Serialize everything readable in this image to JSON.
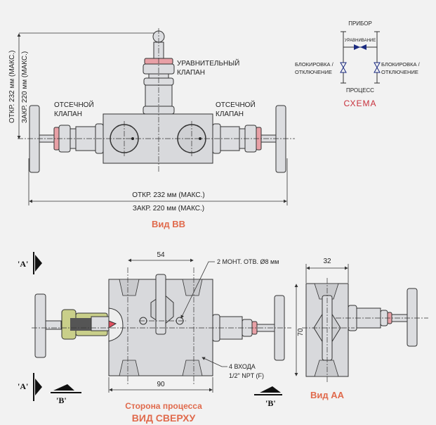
{
  "top_view": {
    "equalizer_label": [
      "УРАВНИТЕЛЬНЫЙ",
      "КЛАПАН"
    ],
    "isolation_left_label": [
      "ОТСЕЧНОЙ",
      "КЛАПАН"
    ],
    "isolation_right_label": [
      "ОТСЕЧНОЙ",
      "КЛАПАН"
    ],
    "dim_vertical_open": "ОТКР. 232 мм (МАКС.)",
    "dim_vertical_closed": "ЗАКР. 220 мм (МАКС.)",
    "dim_horizontal_open": "ОТКР. 232 мм (МАКС.)",
    "dim_horizontal_closed": "ЗАКР. 220 мм (МАКС.)",
    "title": "Вид  ВВ"
  },
  "schema": {
    "instrument": "ПРИБОР",
    "equalize": "УРАВНИВАНИЕ",
    "block_left": [
      "БЛОКИРОВКА /",
      "ОТКЛЮЧЕНИЕ"
    ],
    "block_right": [
      "БЛОКИРОВКА /",
      "ОТКЛЮЧЕНИЕ"
    ],
    "process": "ПРОЦЕСС",
    "title": "СХЕМА"
  },
  "bottom_view": {
    "dim_54": "54",
    "dim_90": "90",
    "mount_holes": "2 МОНТ. ОТВ. Ø8 мм",
    "inlets": [
      "4 ВХОДА",
      "1/2\" NPT (F)"
    ],
    "section_a_top": "'A'",
    "section_a_bottom": "'A'",
    "section_b_left": "'B'",
    "section_b_right": "'B'",
    "process_side": "Сторона процесса",
    "title": "ВИД СВЕРХУ"
  },
  "view_aa": {
    "dim_32": "32",
    "dim_70": "70",
    "title": "Вид  АА"
  },
  "colors": {
    "title_orange": "#e06a4c",
    "schema_red": "#c8303c",
    "valve_blue": "#1a2a80"
  }
}
